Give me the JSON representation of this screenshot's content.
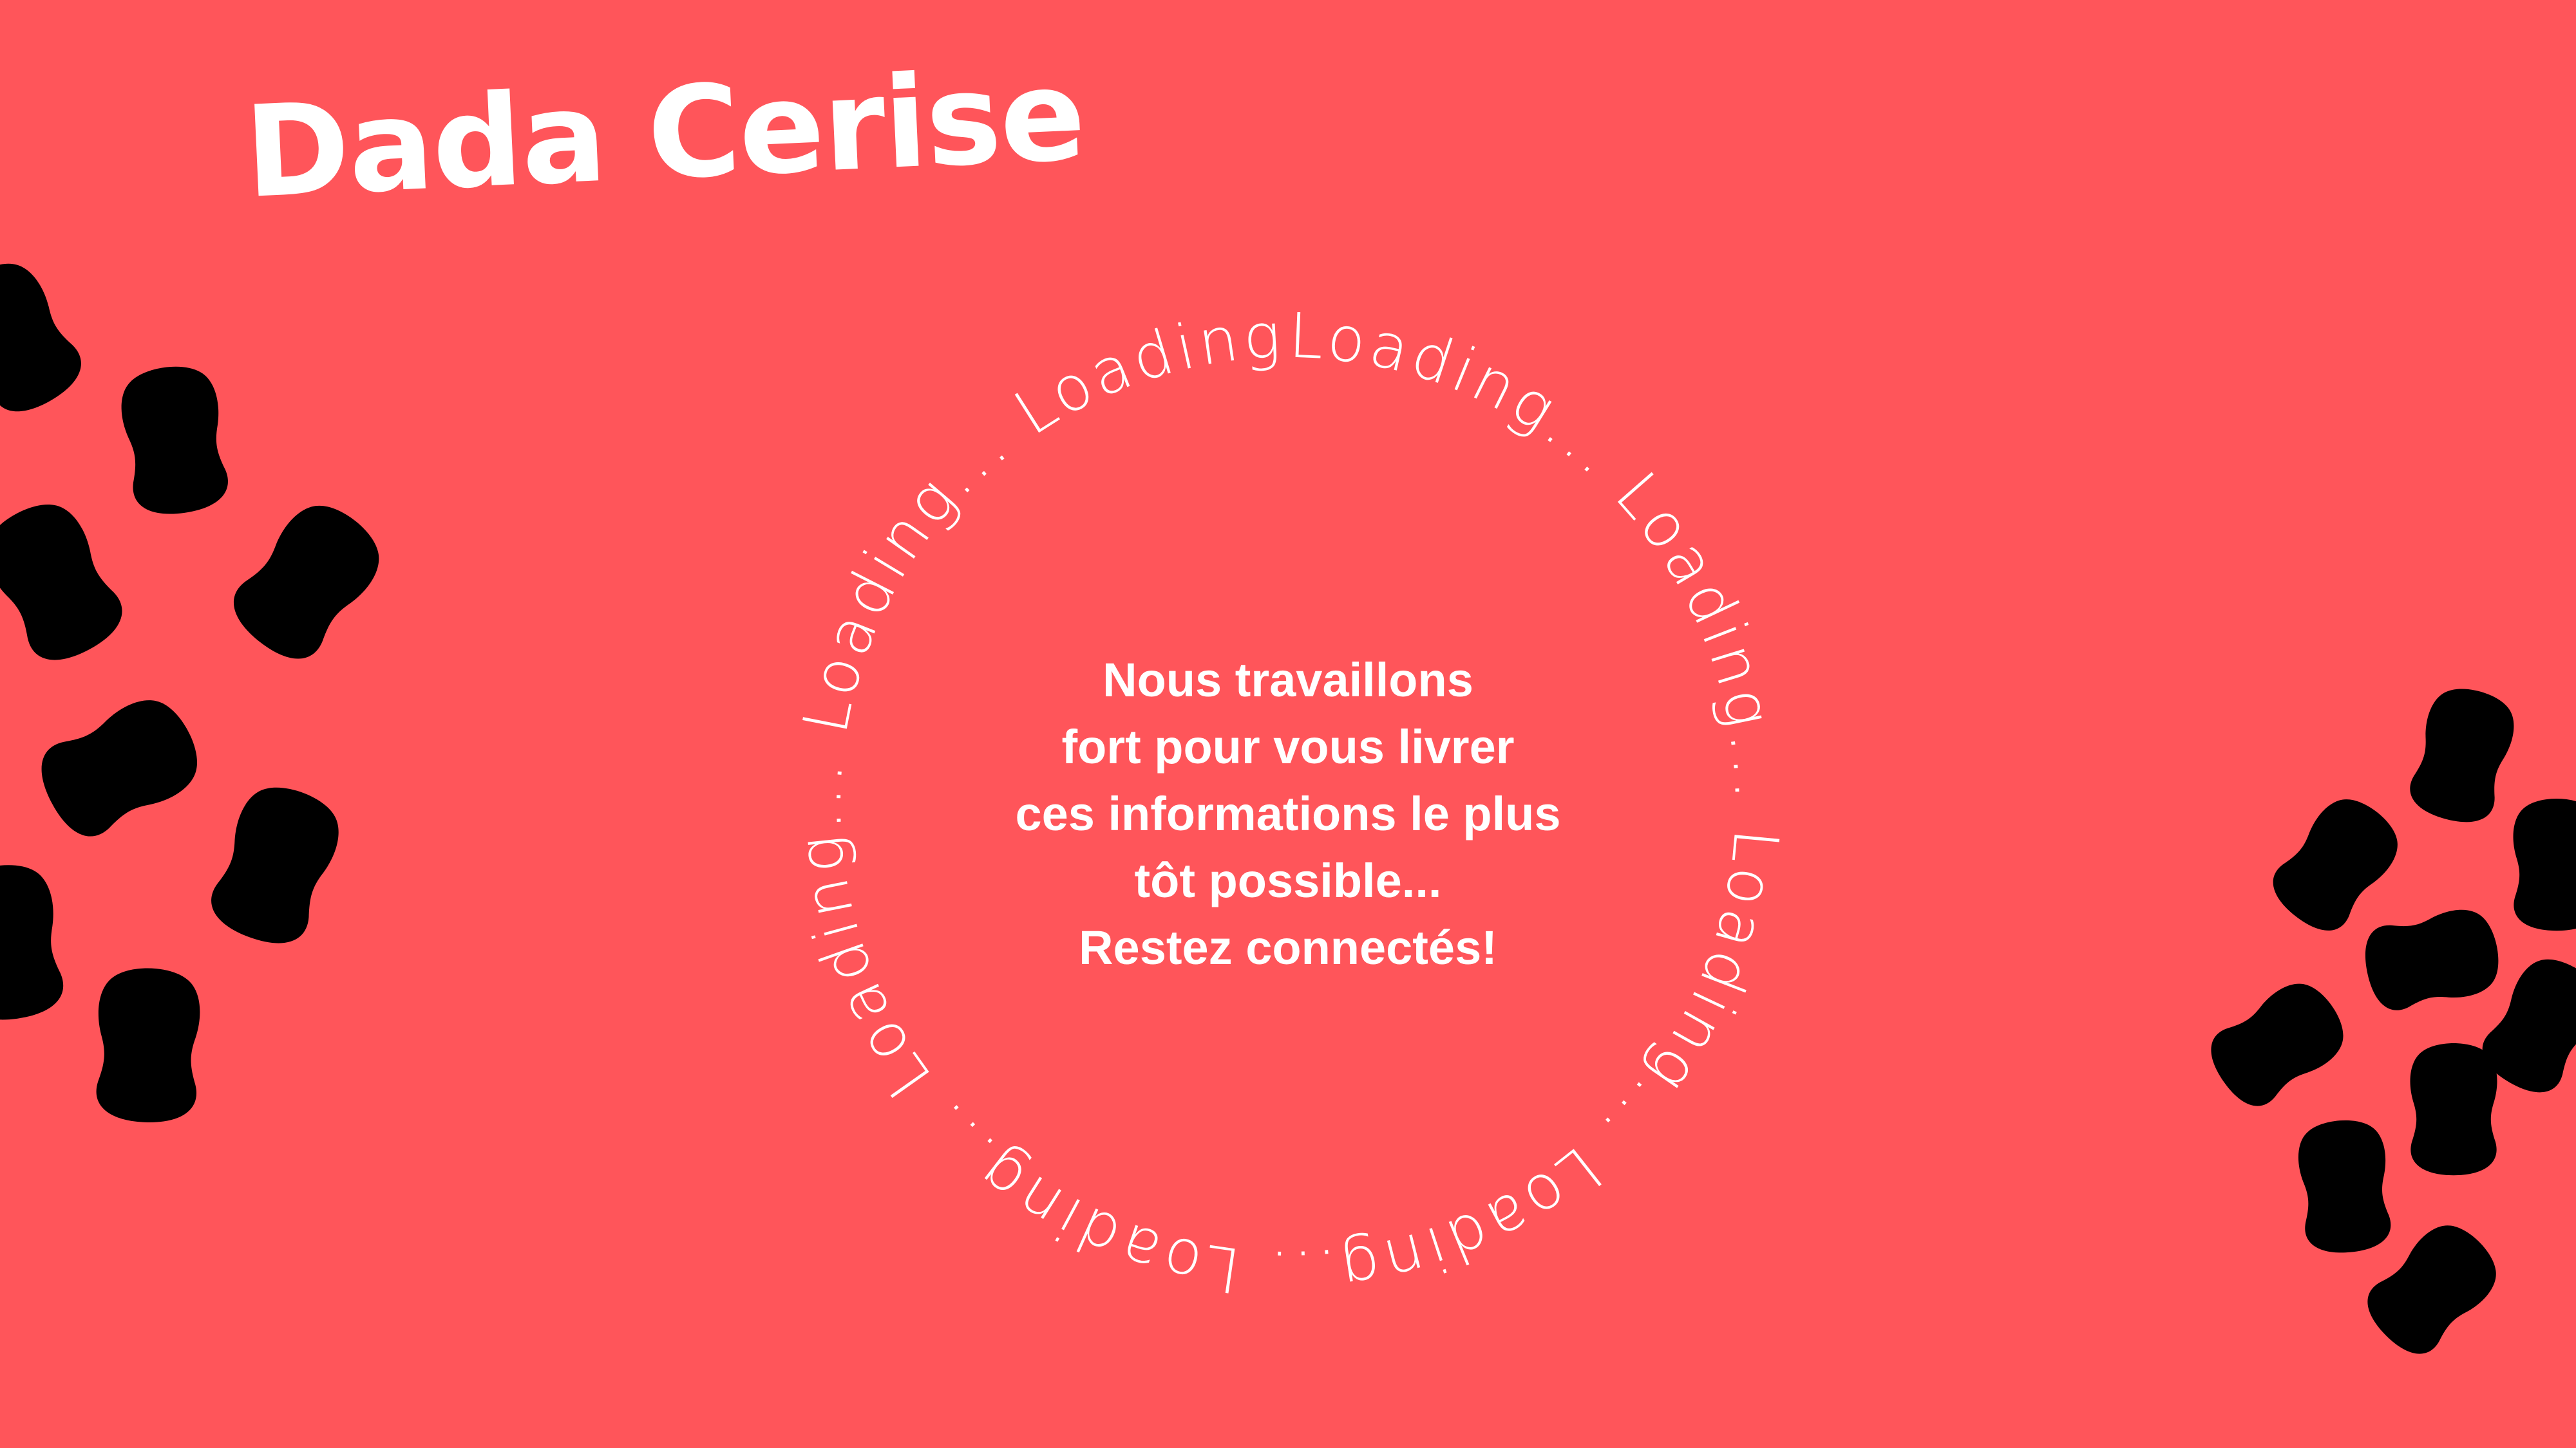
{
  "brand": {
    "name": "Dada Cerise"
  },
  "loader": {
    "ring_segments": [
      "Loading",
      "Loading",
      "Loading",
      "Loading",
      "Loading",
      "Loading",
      "Loading",
      "Loading"
    ],
    "ellipsis": "..."
  },
  "message": {
    "lines": [
      "Nous travaillons",
      "fort pour vous livrer",
      "ces informations le plus",
      "tôt possible...",
      "Restez connectés!"
    ]
  },
  "decorations": {
    "left_cluster_icon": "can-pull-tab-icon",
    "right_cluster_icon": "can-pull-tab-icon"
  },
  "colors": {
    "background": "#FF555A",
    "text": "#FFFFFF",
    "left_tabs": "#7EE87A",
    "right_tabs": "#FFFFFF"
  }
}
